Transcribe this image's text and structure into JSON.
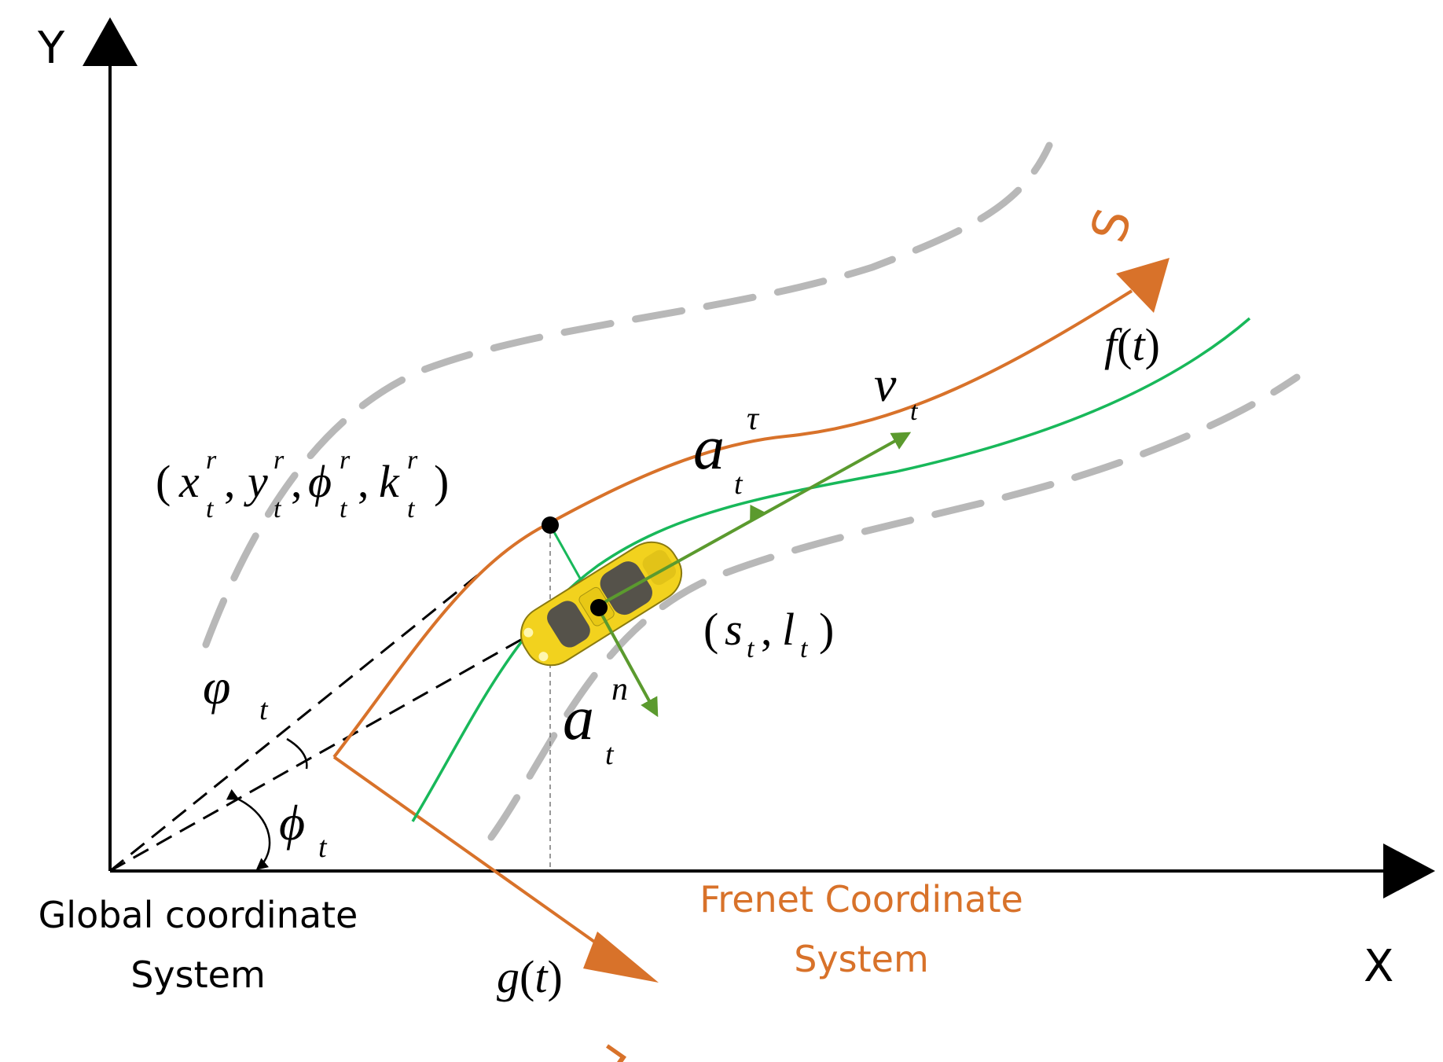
{
  "axes": {
    "y_label": "Y",
    "x_label": "X"
  },
  "frenet": {
    "s_label": "S",
    "l_label": "L",
    "f_label": "f",
    "g_label": "g",
    "t_arg": "t",
    "title_line1": "Frenet Coordinate",
    "title_line2": "System"
  },
  "global": {
    "title_line1": "Global coordinate",
    "title_line2": "System"
  },
  "symbols": {
    "x": "x",
    "y": "y",
    "phi": "ϕ",
    "k": "k",
    "r": "r",
    "t": "t",
    "s": "s",
    "l": "l",
    "v": "v",
    "a": "a",
    "tau": "τ",
    "n": "n",
    "varphi": "φ",
    "comma": ",",
    "open": "(",
    "close": ")"
  },
  "colors": {
    "frenet_orange": "#d8722a",
    "lane_green": "#18b85a",
    "vector_green": "#5b9a2e",
    "boundary_gray": "#b8b8b8",
    "axis_black": "#000000",
    "car_yellow": "#f2d21e"
  }
}
